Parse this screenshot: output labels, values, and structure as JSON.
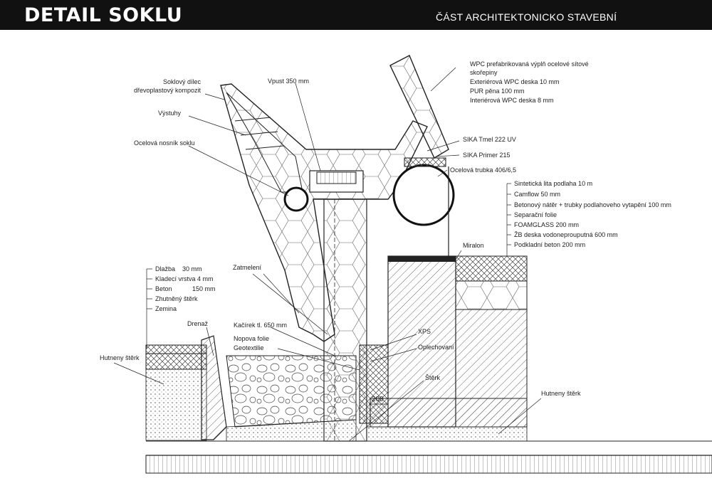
{
  "header": {
    "title": "DETAIL SOKLU",
    "subtitle": "ČÁST ARCHITEKTONICKO STAVEBNÍ"
  },
  "labels": {
    "soklovy_1": "Soklový dílec",
    "soklovy_2": "dřevoplastový kompozit",
    "vystuhy": "Výstuhy",
    "ocelovy_nosnik": "Ocelová nosník soklu",
    "vpust": "Vpust 350 mm",
    "wpc_1": "WPC prefabrikovaná výplň ocelové sítové",
    "wpc_2": "skořepiny",
    "wpc_3": "Exteriérová WPC deska 10 mm",
    "wpc_4": "PUR pěna 100 mm",
    "wpc_5": "Interiérová WPC deska 8 mm",
    "sika_tmel": "SIKA Tmel 222 UV",
    "sika_primer": "SIKA Primer 215",
    "ocelova_trubka": "Ocelová trubka 406/6,5",
    "floor_1": "Sintetická lita podlaha 10 m",
    "floor_2": "Camflow  50 mm",
    "floor_3": "Betonový nátěr + trubky podlahoveho vytapění  100 mm",
    "floor_4": "Separační folie",
    "floor_5": "FOAMGLASS 200 mm",
    "floor_6": "ŽB deska vodoneprouputná 600 mm",
    "floor_7": "Podkladní beton 200 mm",
    "miralon": "Miralon",
    "zatmeleni": "Zatmelení",
    "dlazba": "Dlažba",
    "dlazba_v": "30 mm",
    "kladeci": "Kladecí vrstva 4 mm",
    "beton": "Beton",
    "beton_v": "150 mm",
    "zhutneny": "Zhutněný štěrk",
    "zemina": "Zemina",
    "drenaz": "Drenaž",
    "kacirek": "Kačírek tl. 650 mm",
    "nopova": "Nopova folie",
    "geotextilie": "Geotextilie",
    "xps": "XPS",
    "oplechovani": "Oplechovaní",
    "sterk": "Štěrk",
    "dim_200": "200",
    "hutneny_left": "Hutneny štěrk",
    "hutneny_right": "Hutneny štěrk"
  }
}
